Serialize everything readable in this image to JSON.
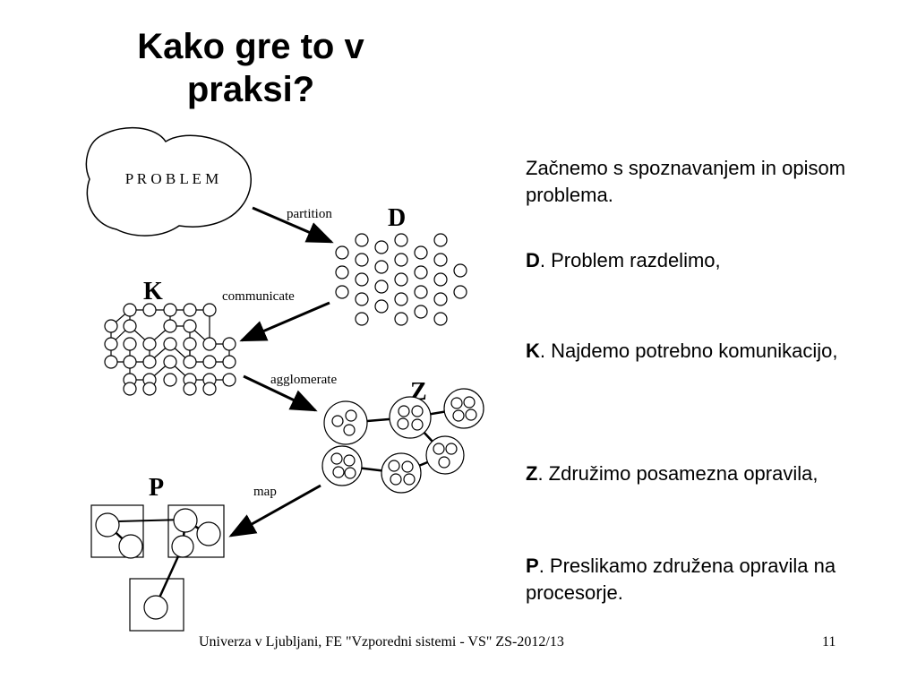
{
  "slide": {
    "title": "Kako gre to v praksi?",
    "diagram": {
      "problem_label": "P R O B L E M",
      "arrow_labels": {
        "partition": "partition",
        "communicate": "communicate",
        "agglomerate": "agglomerate",
        "map": "map"
      },
      "stage_letters": {
        "d": "D",
        "k": "K",
        "z": "Z",
        "p": "P"
      }
    },
    "points": [
      {
        "lead": "",
        "text": "Začnemo s spoznavanjem in opisom problema."
      },
      {
        "lead": "D",
        "text": ". Problem razdelimo,"
      },
      {
        "lead": "K",
        "text": ". Najdemo potrebno komunikacijo,"
      },
      {
        "lead": "Z",
        "text": ". Združimo posamezna opravila,"
      },
      {
        "lead": "P",
        "text": ". Preslikamo združena opravila na procesorje."
      }
    ],
    "footer": {
      "text": "Univerza v Ljubljani, FE  \"Vzporedni sistemi - VS\"  ZS-2012/13",
      "page_number": "11"
    }
  }
}
